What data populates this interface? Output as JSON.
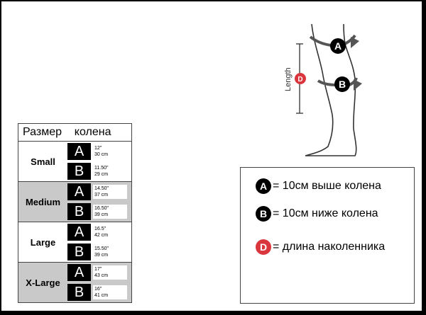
{
  "table": {
    "header": "Размер    колена",
    "sizes": [
      {
        "name": "Small",
        "a": [
          "12\"",
          "30 cm"
        ],
        "b": [
          "11.50\"",
          "29 cm"
        ]
      },
      {
        "name": "Medium",
        "a": [
          "14.50\"",
          "37 cm"
        ],
        "b": [
          "16.50\"",
          "39 cm"
        ]
      },
      {
        "name": "Large",
        "a": [
          "16.5\"",
          "42 cm"
        ],
        "b": [
          "15.50\"",
          "39 cm"
        ]
      },
      {
        "name": "X-Large",
        "a": [
          "17\"",
          "43 cm"
        ],
        "b": [
          "16\"",
          "41 cm"
        ]
      }
    ],
    "letter_a": "A",
    "letter_b": "B"
  },
  "legend": {
    "a_badge": "A",
    "a_text": "= 10см выше колена",
    "b_badge": "B",
    "b_text": "= 10см ниже колена",
    "d_badge": "D",
    "d_text": "= длина наколенника"
  },
  "figure": {
    "length_label": "Length",
    "a_marker": "A",
    "b_marker": "B",
    "d_marker": "D"
  },
  "colors": {
    "accent_red": "#d9363e",
    "shaded_row": "#c9c9c9",
    "arrow_gray": "#555555"
  }
}
